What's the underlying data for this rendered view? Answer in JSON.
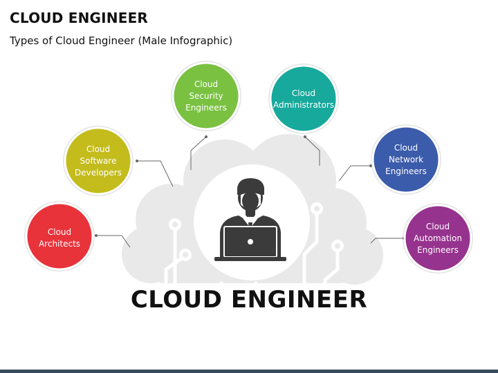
{
  "header": {
    "title": "CLOUD ENGINEER",
    "subtitle": "Types of Cloud Engineer (Male Infographic)"
  },
  "center": {
    "label": "CLOUD ENGINEER",
    "icon": "engineer-with-laptop-icon",
    "cloud_icon": "circuit-cloud-icon"
  },
  "nodes": [
    {
      "id": "cloud-architects",
      "lines": [
        "Cloud",
        "Architects"
      ],
      "color": "#e8333b"
    },
    {
      "id": "cloud-software-developers",
      "lines": [
        "Cloud",
        "Software",
        "Developers"
      ],
      "color": "#c4bc1c"
    },
    {
      "id": "cloud-security-engineers",
      "lines": [
        "Cloud",
        "Security",
        "Engineers"
      ],
      "color": "#7ac142"
    },
    {
      "id": "cloud-administrators",
      "lines": [
        "Cloud",
        "Administrators"
      ],
      "color": "#16a99c"
    },
    {
      "id": "cloud-network-engineers",
      "lines": [
        "Cloud",
        "Network",
        "Engineers"
      ],
      "color": "#3b5bab"
    },
    {
      "id": "cloud-automation-engineers",
      "lines": [
        "Cloud",
        "Automation",
        "Engineers"
      ],
      "color": "#96338e"
    }
  ],
  "colors": {
    "cloud_fill": "#e9e9e9",
    "connector": "#666666",
    "icon_dark": "#3b3b3b"
  }
}
